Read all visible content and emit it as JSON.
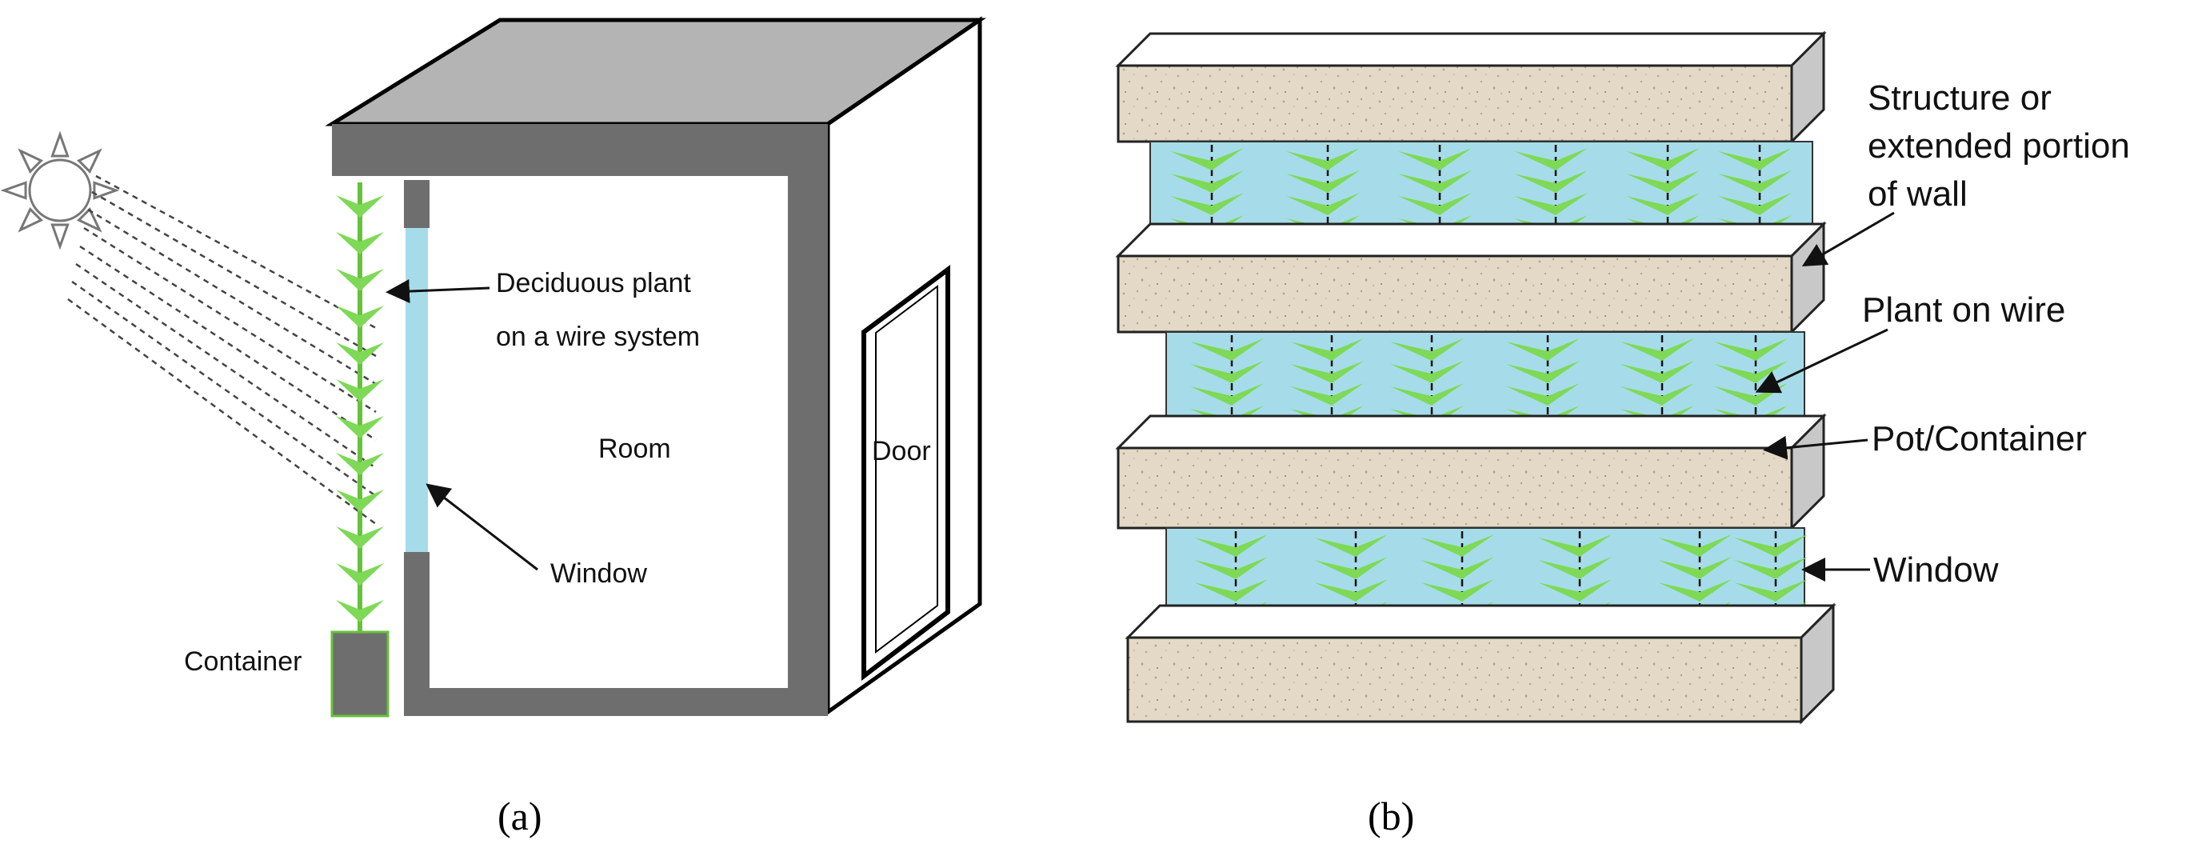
{
  "panel_a": {
    "caption": "(a)",
    "labels": {
      "deciduous_line1": "Deciduous plant",
      "deciduous_line2": "on a wire system",
      "room": "Room",
      "door": "Door",
      "window": "Window",
      "container": "Container"
    }
  },
  "panel_b": {
    "caption": "(b)",
    "labels": {
      "structure_line1": "Structure or",
      "structure_line2": "extended portion",
      "structure_line3": "of wall",
      "plant_on_wire": "Plant on wire",
      "pot_container": "Pot/Container",
      "window": "Window"
    }
  },
  "colors": {
    "wall_dark": "#6e6e6e",
    "roof": "#b4b4b4",
    "glass": "#a6dce9",
    "leaf": "#7ed957",
    "stem": "#66c23a",
    "slab": "#e3d9c6",
    "slab_side": "#c8c8c8"
  }
}
